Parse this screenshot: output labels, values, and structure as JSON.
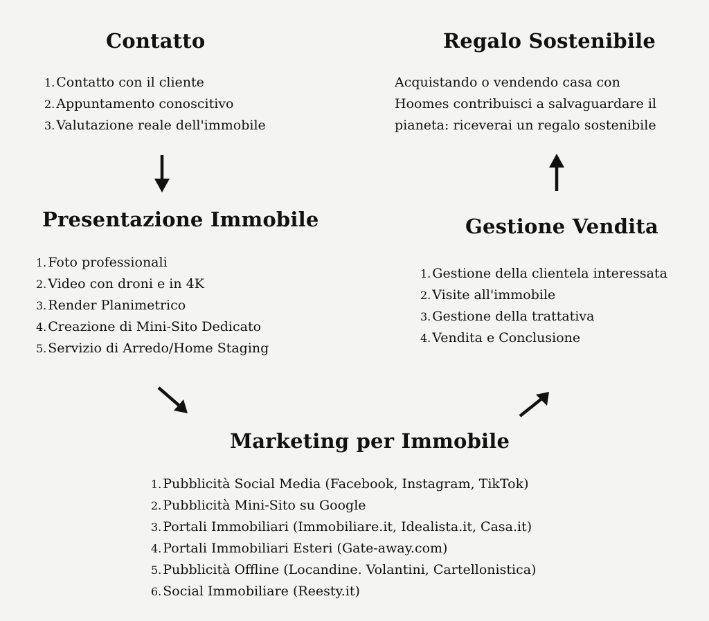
{
  "contatto": {
    "title": "Contatto",
    "items": [
      "Contatto con il cliente",
      "Appuntamento conoscitivo",
      "Valutazione reale dell'immobile"
    ]
  },
  "regalo": {
    "title": "Regalo Sostenibile",
    "lines": [
      "Acquistando o vendendo casa con",
      "Hoomes contribuisci a salvaguardare il",
      "pianeta: riceverai un regalo sostenibile"
    ]
  },
  "presentazione": {
    "title": "Presentazione Immobile",
    "items": [
      "Foto professionali",
      "Video con droni e in 4K",
      "Render Planimetrico",
      "Creazione di Mini-Sito Dedicato",
      "Servizio di Arredo/Home Staging"
    ]
  },
  "gestione": {
    "title": "Gestione Vendita",
    "items": [
      "Gestione della clientela interessata",
      "Visite all'immobile",
      "Gestione della trattativa",
      "Vendita e Conclusione"
    ]
  },
  "marketing": {
    "title": "Marketing per Immobile",
    "items": [
      "Pubblicità Social Media (Facebook, Instagram, TikTok)",
      "Pubblicità Mini-Sito su Google",
      "Portali Immobiliari (Immobiliare.it, Idealista.it, Casa.it)",
      "Portali Immobiliari Esteri (Gate-away.com)",
      "Pubblicità Offline (Locandine. Volantini, Cartellonistica)",
      "Social Immobiliare (Reesty.it)"
    ]
  },
  "numbers": [
    "1.",
    "2.",
    "3.",
    "4.",
    "5.",
    "6."
  ]
}
